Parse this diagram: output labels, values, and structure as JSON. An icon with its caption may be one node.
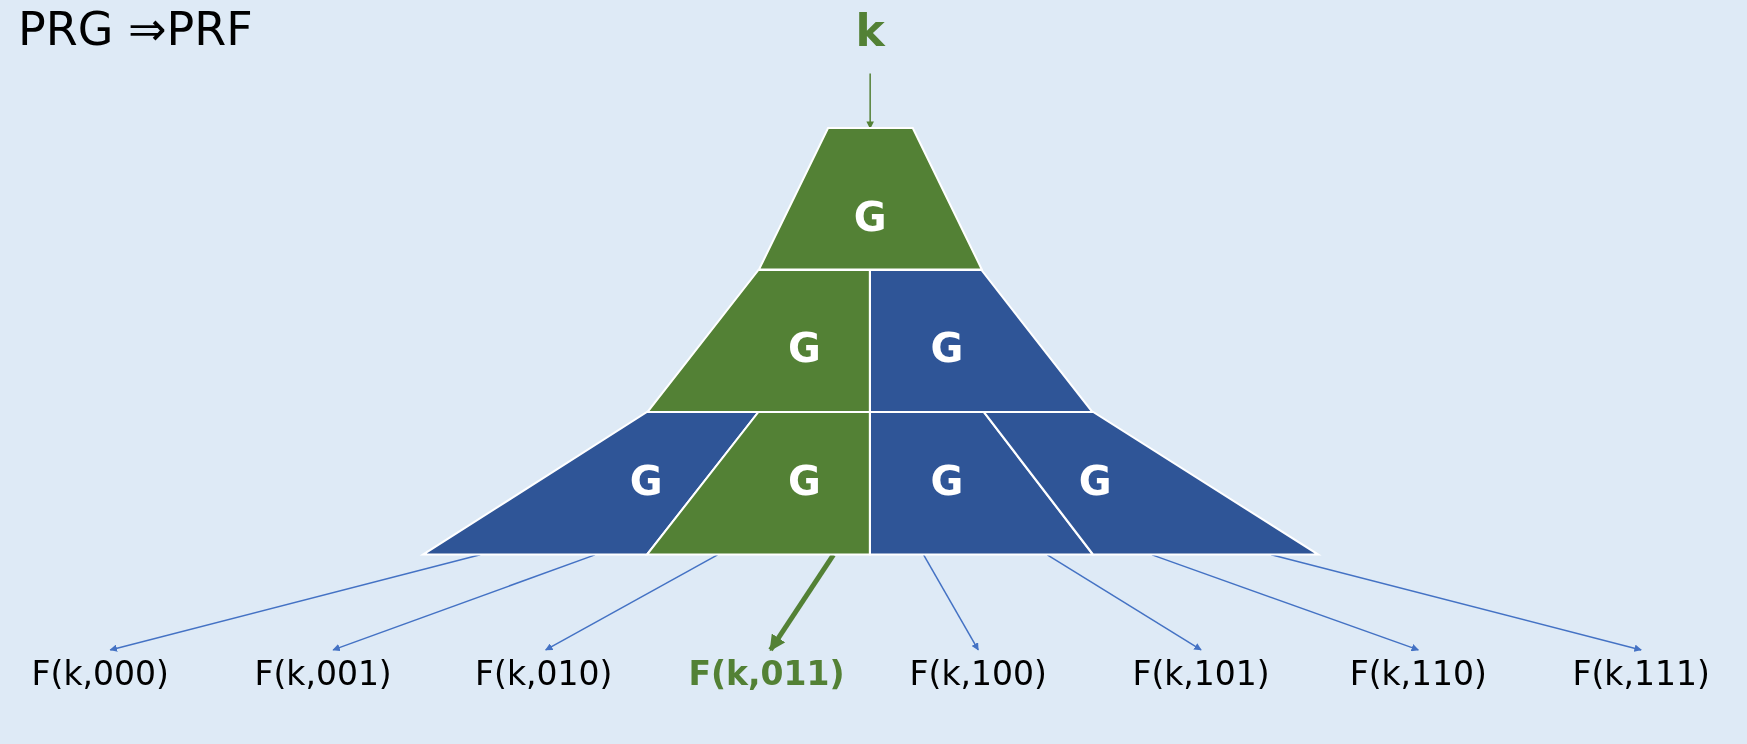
{
  "diagram": {
    "title": "PRG ⇒PRF",
    "nodes": [
      {
        "text": [
          "k"
        ]
      },
      {
        "text": [
          "G"
        ]
      },
      {
        "text": [
          "G"
        ]
      },
      {
        "text": [
          "G"
        ]
      },
      {
        "text": [
          "G"
        ]
      },
      {
        "text": [
          "G"
        ]
      },
      {
        "text": [
          "G"
        ]
      },
      {
        "text": [
          "G"
        ]
      },
      {
        "text": [
          "F(k,000)"
        ]
      },
      {
        "text": [
          "F(k,001)"
        ]
      },
      {
        "text": [
          "F(k,010)"
        ]
      },
      {
        "text": [
          "F(k,011)"
        ]
      },
      {
        "text": [
          "F(k,100)"
        ]
      },
      {
        "text": [
          "F(k,101)"
        ]
      },
      {
        "text": [
          "F(k,110)"
        ]
      },
      {
        "text": [
          "F(k,111)"
        ]
      }
    ],
    "edges": [
      {
        "from": 0,
        "to": 1,
        "arrow": "to",
        "color": "#538135"
      },
      {
        "from": 4,
        "to": 8,
        "arrow": "to"
      },
      {
        "from": 4,
        "to": 9,
        "arrow": "to"
      },
      {
        "from": 5,
        "to": 10,
        "arrow": "to"
      },
      {
        "from": 5,
        "to": 11,
        "arrow": "to",
        "style": "thick",
        "color": "#538135"
      },
      {
        "from": 6,
        "to": 12,
        "arrow": "to"
      },
      {
        "from": 6,
        "to": 13,
        "arrow": "to"
      },
      {
        "from": 7,
        "to": 14,
        "arrow": "to"
      },
      {
        "from": 7,
        "to": 15,
        "arrow": "to"
      }
    ]
  }
}
